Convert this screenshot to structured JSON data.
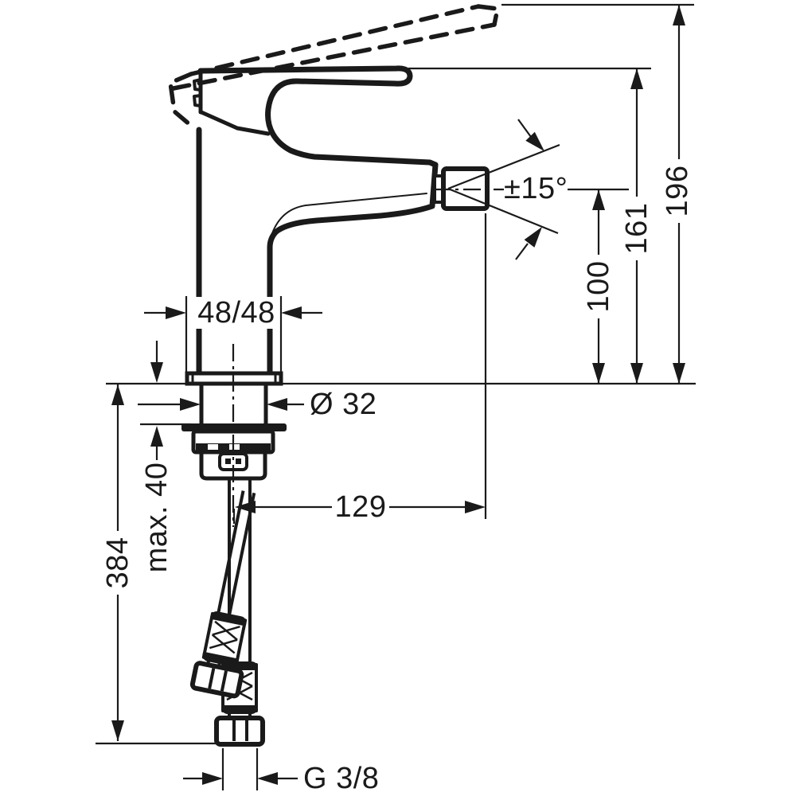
{
  "canvas": {
    "background": "#ffffff",
    "ink": "#1a1a1a"
  },
  "dimensions": {
    "total_height": "196",
    "handle_height": "161",
    "outlet_height": "100",
    "swivel_angle": "±15°",
    "base_width": "48/48",
    "shank_diameter": "Ø 32",
    "max_mounting_thickness": "max. 40",
    "hose_length": "384",
    "spout_reach": "129",
    "connection_thread": "G 3/8"
  }
}
